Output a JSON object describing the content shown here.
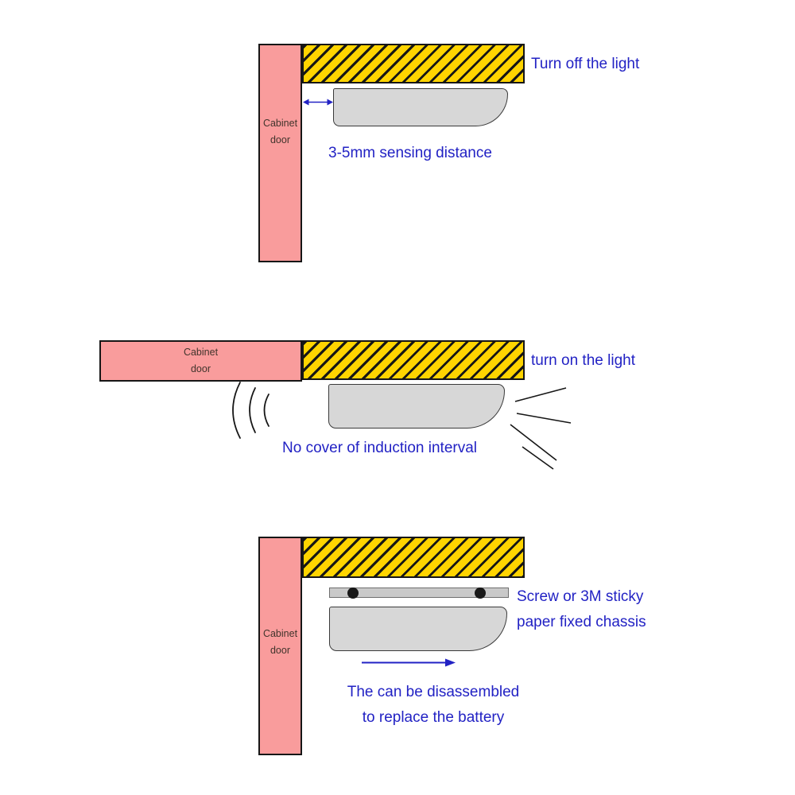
{
  "colors": {
    "door_pink": "#f99c9c",
    "panel_yellow": "#ffd400",
    "fixture_gray": "#d7d7d7",
    "chassis_gray": "#c9c9c9",
    "label_blue": "#2222c4",
    "outline_black": "#161616"
  },
  "diagram_closed": {
    "door_label": [
      "Cabinet",
      "door"
    ],
    "title": "Turn off the light",
    "caption": "3-5mm sensing distance"
  },
  "diagram_open": {
    "door_label": [
      "Cabinet",
      "door"
    ],
    "title": "turn on the light",
    "caption": "No cover of induction interval"
  },
  "diagram_mounting": {
    "door_label": [
      "Cabinet",
      "door"
    ],
    "title_lines": [
      "Screw or 3M sticky",
      "paper fixed chassis"
    ],
    "caption_lines": [
      "The  can be disassembled",
      "to replace the battery"
    ]
  }
}
